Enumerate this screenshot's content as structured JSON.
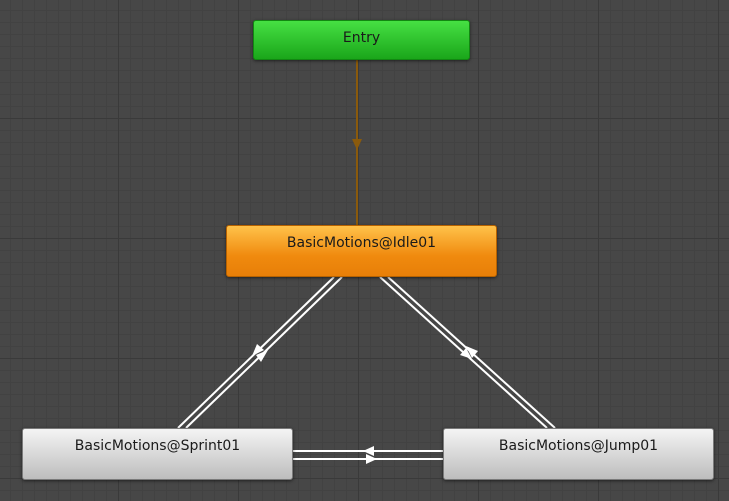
{
  "states": {
    "entry": {
      "label": "Entry",
      "color": "#2bc42a"
    },
    "idle": {
      "label": "BasicMotions@Idle01",
      "color": "#f39a1e"
    },
    "sprint": {
      "label": "BasicMotions@Sprint01",
      "color": "#d9d9d9"
    },
    "jump": {
      "label": "BasicMotions@Jump01",
      "color": "#d9d9d9"
    }
  },
  "transitions": [
    {
      "from": "Entry",
      "to": "BasicMotions@Idle01",
      "color": "#8a5a0c"
    },
    {
      "from": "BasicMotions@Idle01",
      "to": "BasicMotions@Sprint01",
      "color": "#ffffff"
    },
    {
      "from": "BasicMotions@Sprint01",
      "to": "BasicMotions@Idle01",
      "color": "#ffffff"
    },
    {
      "from": "BasicMotions@Idle01",
      "to": "BasicMotions@Jump01",
      "color": "#ffffff"
    },
    {
      "from": "BasicMotions@Jump01",
      "to": "BasicMotions@Idle01",
      "color": "#ffffff"
    },
    {
      "from": "BasicMotions@Sprint01",
      "to": "BasicMotions@Jump01",
      "color": "#ffffff"
    },
    {
      "from": "BasicMotions@Jump01",
      "to": "BasicMotions@Sprint01",
      "color": "#ffffff"
    }
  ]
}
